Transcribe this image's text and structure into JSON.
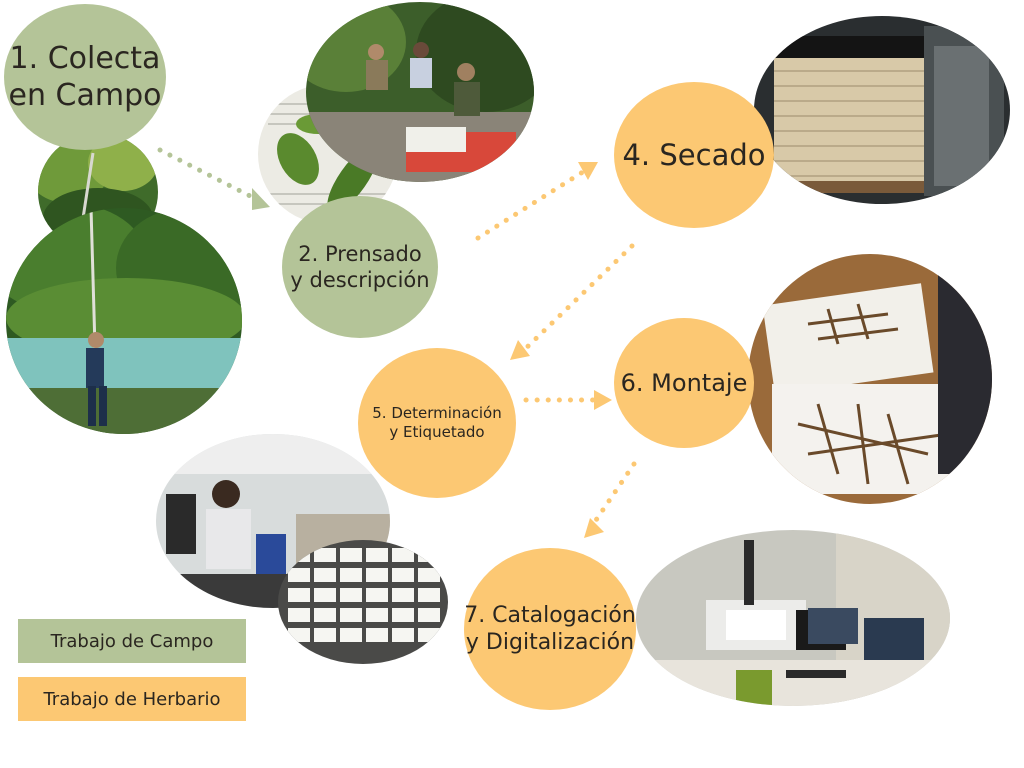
{
  "steps": {
    "s1": "1. Colecta\nen Campo",
    "s2": "2. Prensado\ny descripción",
    "s4": "4. Secado",
    "s5": "5. Determinación\ny Etiquetado",
    "s6": "6. Montaje",
    "s7": "7. Catalogación\ny Digitalización"
  },
  "legend": {
    "field": "Trabajo de Campo",
    "herbarium": "Trabajo de Herbario"
  },
  "colors": {
    "field": "#b4c498",
    "herbarium": "#fcc873",
    "arrow_field": "#b4c498",
    "arrow_herbarium": "#fcc873"
  }
}
